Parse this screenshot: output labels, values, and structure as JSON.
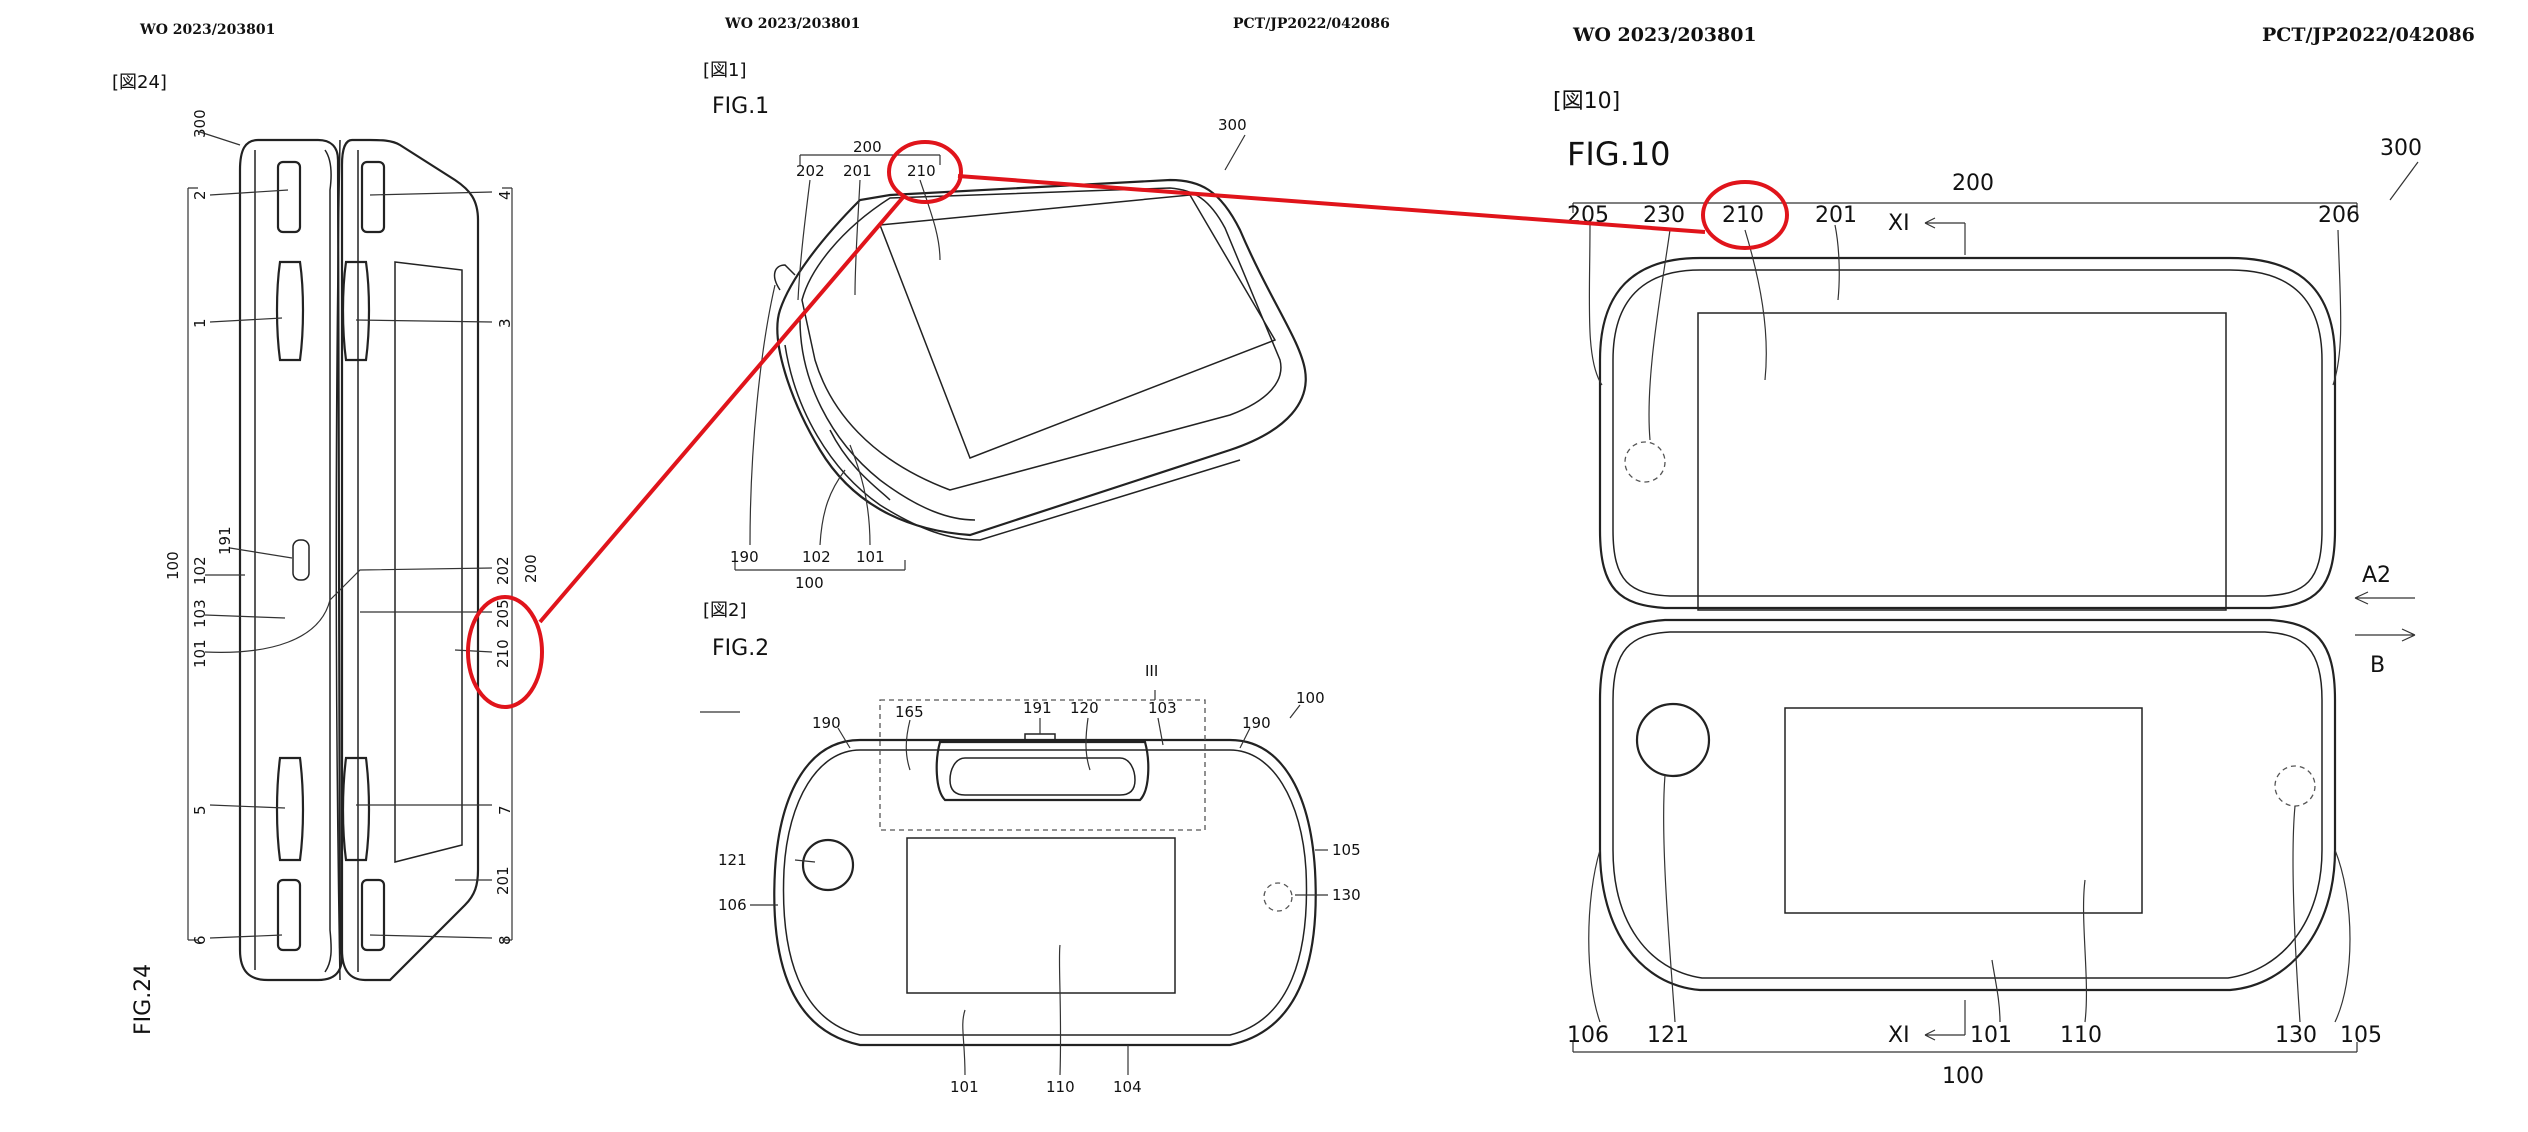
{
  "sheets": {
    "left": {
      "pub_no": "WO 2023/203801"
    },
    "middle": {
      "pub_no": "WO 2023/203801",
      "app_no": "PCT/JP2022/042086"
    },
    "right": {
      "pub_no": "WO 2023/203801",
      "app_no": "PCT/JP2022/042086"
    }
  },
  "fig24": {
    "bracket": "[図24]",
    "label": "FIG.24",
    "refs": {
      "r300": "300",
      "r2": "2",
      "r4": "4",
      "r1": "1",
      "r3": "3",
      "r191": "191",
      "r100": "100",
      "r102": "102",
      "r103": "103",
      "r101": "101",
      "r202": "202",
      "r200": "200",
      "r205": "205",
      "r210": "210",
      "r5": "5",
      "r7": "7",
      "r6": "6",
      "r8": "8",
      "r201": "201"
    }
  },
  "fig1": {
    "bracket": "[図1]",
    "label": "FIG.1",
    "refs": {
      "r200": "200",
      "r202": "202",
      "r201": "201",
      "r210": "210",
      "r300": "300",
      "r190": "190",
      "r102": "102",
      "r101": "101",
      "r100": "100"
    }
  },
  "fig2": {
    "bracket": "[図2]",
    "label": "FIG.2",
    "refs": {
      "r3": "III",
      "r165": "165",
      "r191": "191",
      "r120": "120",
      "r103": "103",
      "r190a": "190",
      "r190b": "190",
      "r100": "100",
      "r121": "121",
      "r106": "106",
      "r105": "105",
      "r130": "130",
      "r101": "101",
      "r110": "110",
      "r104": "104"
    }
  },
  "fig10": {
    "bracket": "[図10]",
    "label": "FIG.10",
    "refs": {
      "r200": "200",
      "r300": "300",
      "r205": "205",
      "r230": "230",
      "r210": "210",
      "r201": "201",
      "rxi_top": "XI",
      "r206": "206",
      "ra2": "A2",
      "rb": "B",
      "r106": "106",
      "r121": "121",
      "rxi_bot": "XI",
      "r101": "101",
      "r110": "110",
      "r130": "130",
      "r105": "105",
      "r100": "100"
    }
  },
  "colors": {
    "ink": "#222222",
    "annotation": "#e0141b",
    "paper": "#ffffff"
  }
}
